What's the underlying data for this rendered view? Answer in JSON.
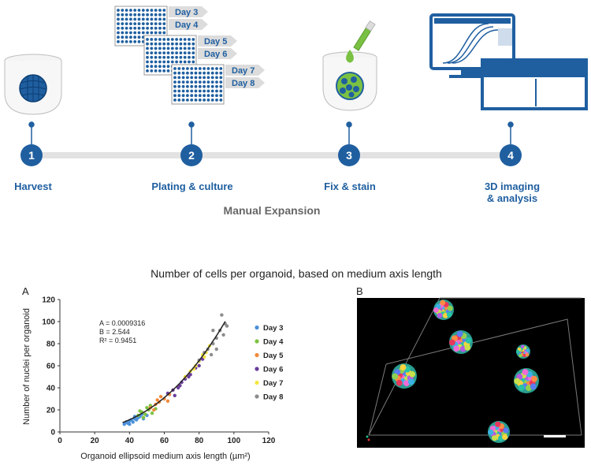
{
  "workflow": {
    "steps": [
      {
        "number": "1",
        "label": "Harvest"
      },
      {
        "number": "2",
        "label": "Plating & culture"
      },
      {
        "number": "3",
        "label": "Fix & stain"
      },
      {
        "number": "4",
        "label_line1": "3D imaging",
        "label_line2": "& analysis"
      }
    ],
    "plate_days": [
      "Day 3",
      "Day 4",
      "Day 5",
      "Day 6",
      "Day 7",
      "Day 8"
    ],
    "phase_label": "Manual Expansion",
    "colors": {
      "primary": "#1f5fa0",
      "timeline": "#e2e2e2",
      "phase_text": "#666666",
      "stain_green": "#7ac143"
    }
  },
  "figure_title": "Number of cells per organoid, based on medium axis length",
  "panel_a_label": "A",
  "panel_b_label": "B",
  "equation": {
    "a": "A = 0.0009316",
    "b": "B = 2.544",
    "r2": "R² = 0.9451"
  },
  "chart_data": {
    "type": "scatter",
    "xlabel": "Organoid ellipsoid medium axis length (µm²)",
    "ylabel": "Number of nuclei per organoid",
    "xlim": [
      0,
      120
    ],
    "ylim": [
      0,
      120
    ],
    "xticks": [
      "0",
      "20",
      "40",
      "60",
      "80",
      "100",
      "120"
    ],
    "yticks": [
      "0",
      "20",
      "40",
      "60",
      "80",
      "100",
      "120"
    ],
    "legend_position": "right",
    "fit": {
      "type": "power",
      "a": 0.0009316,
      "b": 2.544,
      "x_range": [
        36,
        95
      ]
    },
    "series": [
      {
        "name": "Day 3",
        "color": "#4a90d9",
        "points": [
          [
            37,
            7
          ],
          [
            38,
            9
          ],
          [
            39,
            8
          ],
          [
            40,
            10
          ],
          [
            41,
            11
          ],
          [
            42,
            9
          ],
          [
            43,
            12
          ],
          [
            44,
            11
          ],
          [
            45,
            13
          ],
          [
            46,
            14
          ],
          [
            48,
            12
          ],
          [
            50,
            15
          ],
          [
            40,
            7
          ],
          [
            43,
            14
          ],
          [
            47,
            16
          ]
        ]
      },
      {
        "name": "Day 4",
        "color": "#7dc242",
        "points": [
          [
            45,
            15
          ],
          [
            47,
            18
          ],
          [
            49,
            16
          ],
          [
            51,
            20
          ],
          [
            53,
            17
          ],
          [
            46,
            19
          ],
          [
            50,
            22
          ],
          [
            52,
            24
          ],
          [
            55,
            21
          ],
          [
            48,
            13
          ]
        ]
      },
      {
        "name": "Day 5",
        "color": "#f08a3c",
        "points": [
          [
            52,
            22
          ],
          [
            55,
            25
          ],
          [
            57,
            27
          ],
          [
            60,
            30
          ],
          [
            62,
            28
          ],
          [
            58,
            32
          ],
          [
            54,
            20
          ],
          [
            63,
            34
          ],
          [
            56,
            29
          ]
        ]
      },
      {
        "name": "Day 6",
        "color": "#6a3d9a",
        "points": [
          [
            62,
            35
          ],
          [
            65,
            38
          ],
          [
            68,
            40
          ],
          [
            70,
            45
          ],
          [
            72,
            48
          ],
          [
            75,
            52
          ],
          [
            78,
            58
          ],
          [
            80,
            60
          ],
          [
            74,
            50
          ],
          [
            69,
            42
          ],
          [
            82,
            66
          ],
          [
            66,
            33
          ]
        ]
      },
      {
        "name": "Day 7",
        "color": "#f5e642",
        "points": [
          [
            72,
            50
          ],
          [
            75,
            55
          ],
          [
            78,
            60
          ],
          [
            80,
            64
          ],
          [
            82,
            70
          ],
          [
            84,
            72
          ],
          [
            86,
            78
          ],
          [
            77,
            57
          ],
          [
            83,
            68
          ]
        ]
      },
      {
        "name": "Day 8",
        "color": "#8c8c8c",
        "points": [
          [
            80,
            65
          ],
          [
            83,
            72
          ],
          [
            85,
            75
          ],
          [
            88,
            80
          ],
          [
            90,
            85
          ],
          [
            92,
            92
          ],
          [
            93,
            106
          ],
          [
            95,
            98
          ],
          [
            96,
            96
          ],
          [
            88,
            92
          ],
          [
            90,
            75
          ],
          [
            87,
            70
          ],
          [
            94,
            88
          ]
        ]
      }
    ]
  }
}
